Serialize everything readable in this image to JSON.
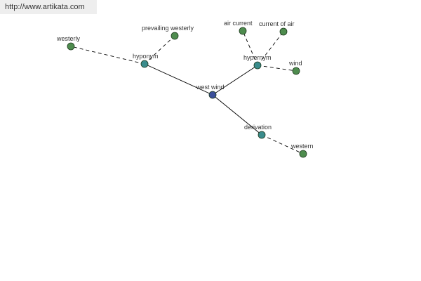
{
  "watermark": {
    "text": "http://www.artikata.com"
  },
  "colors": {
    "leaf": "#4e8c4e",
    "relation": "#3a8c8c",
    "center": "#3b4f9a",
    "edge": "#000000"
  },
  "graph": {
    "nodes": [
      {
        "id": "west-wind",
        "label": "west wind",
        "kind": "center"
      },
      {
        "id": "hyponym",
        "label": "hyponym",
        "kind": "relation"
      },
      {
        "id": "hypernym",
        "label": "hypernym",
        "kind": "relation"
      },
      {
        "id": "derivation",
        "label": "derivation",
        "kind": "relation"
      },
      {
        "id": "westerly",
        "label": "westerly",
        "kind": "leaf"
      },
      {
        "id": "prevailing-westerly",
        "label": "prevailing westerly",
        "kind": "leaf"
      },
      {
        "id": "air-current",
        "label": "air current",
        "kind": "leaf"
      },
      {
        "id": "current-of-air",
        "label": "current of air",
        "kind": "leaf"
      },
      {
        "id": "wind",
        "label": "wind",
        "kind": "leaf"
      },
      {
        "id": "western",
        "label": "western",
        "kind": "leaf"
      }
    ],
    "edges": [
      {
        "from": "west-wind",
        "to": "hyponym",
        "style": "solid"
      },
      {
        "from": "west-wind",
        "to": "hypernym",
        "style": "solid"
      },
      {
        "from": "west-wind",
        "to": "derivation",
        "style": "solid"
      },
      {
        "from": "hyponym",
        "to": "westerly",
        "style": "dashed"
      },
      {
        "from": "hyponym",
        "to": "prevailing-westerly",
        "style": "dashed"
      },
      {
        "from": "hypernym",
        "to": "air-current",
        "style": "dashed"
      },
      {
        "from": "hypernym",
        "to": "current-of-air",
        "style": "dashed"
      },
      {
        "from": "hypernym",
        "to": "wind",
        "style": "dashed"
      },
      {
        "from": "derivation",
        "to": "western",
        "style": "dashed"
      }
    ]
  }
}
